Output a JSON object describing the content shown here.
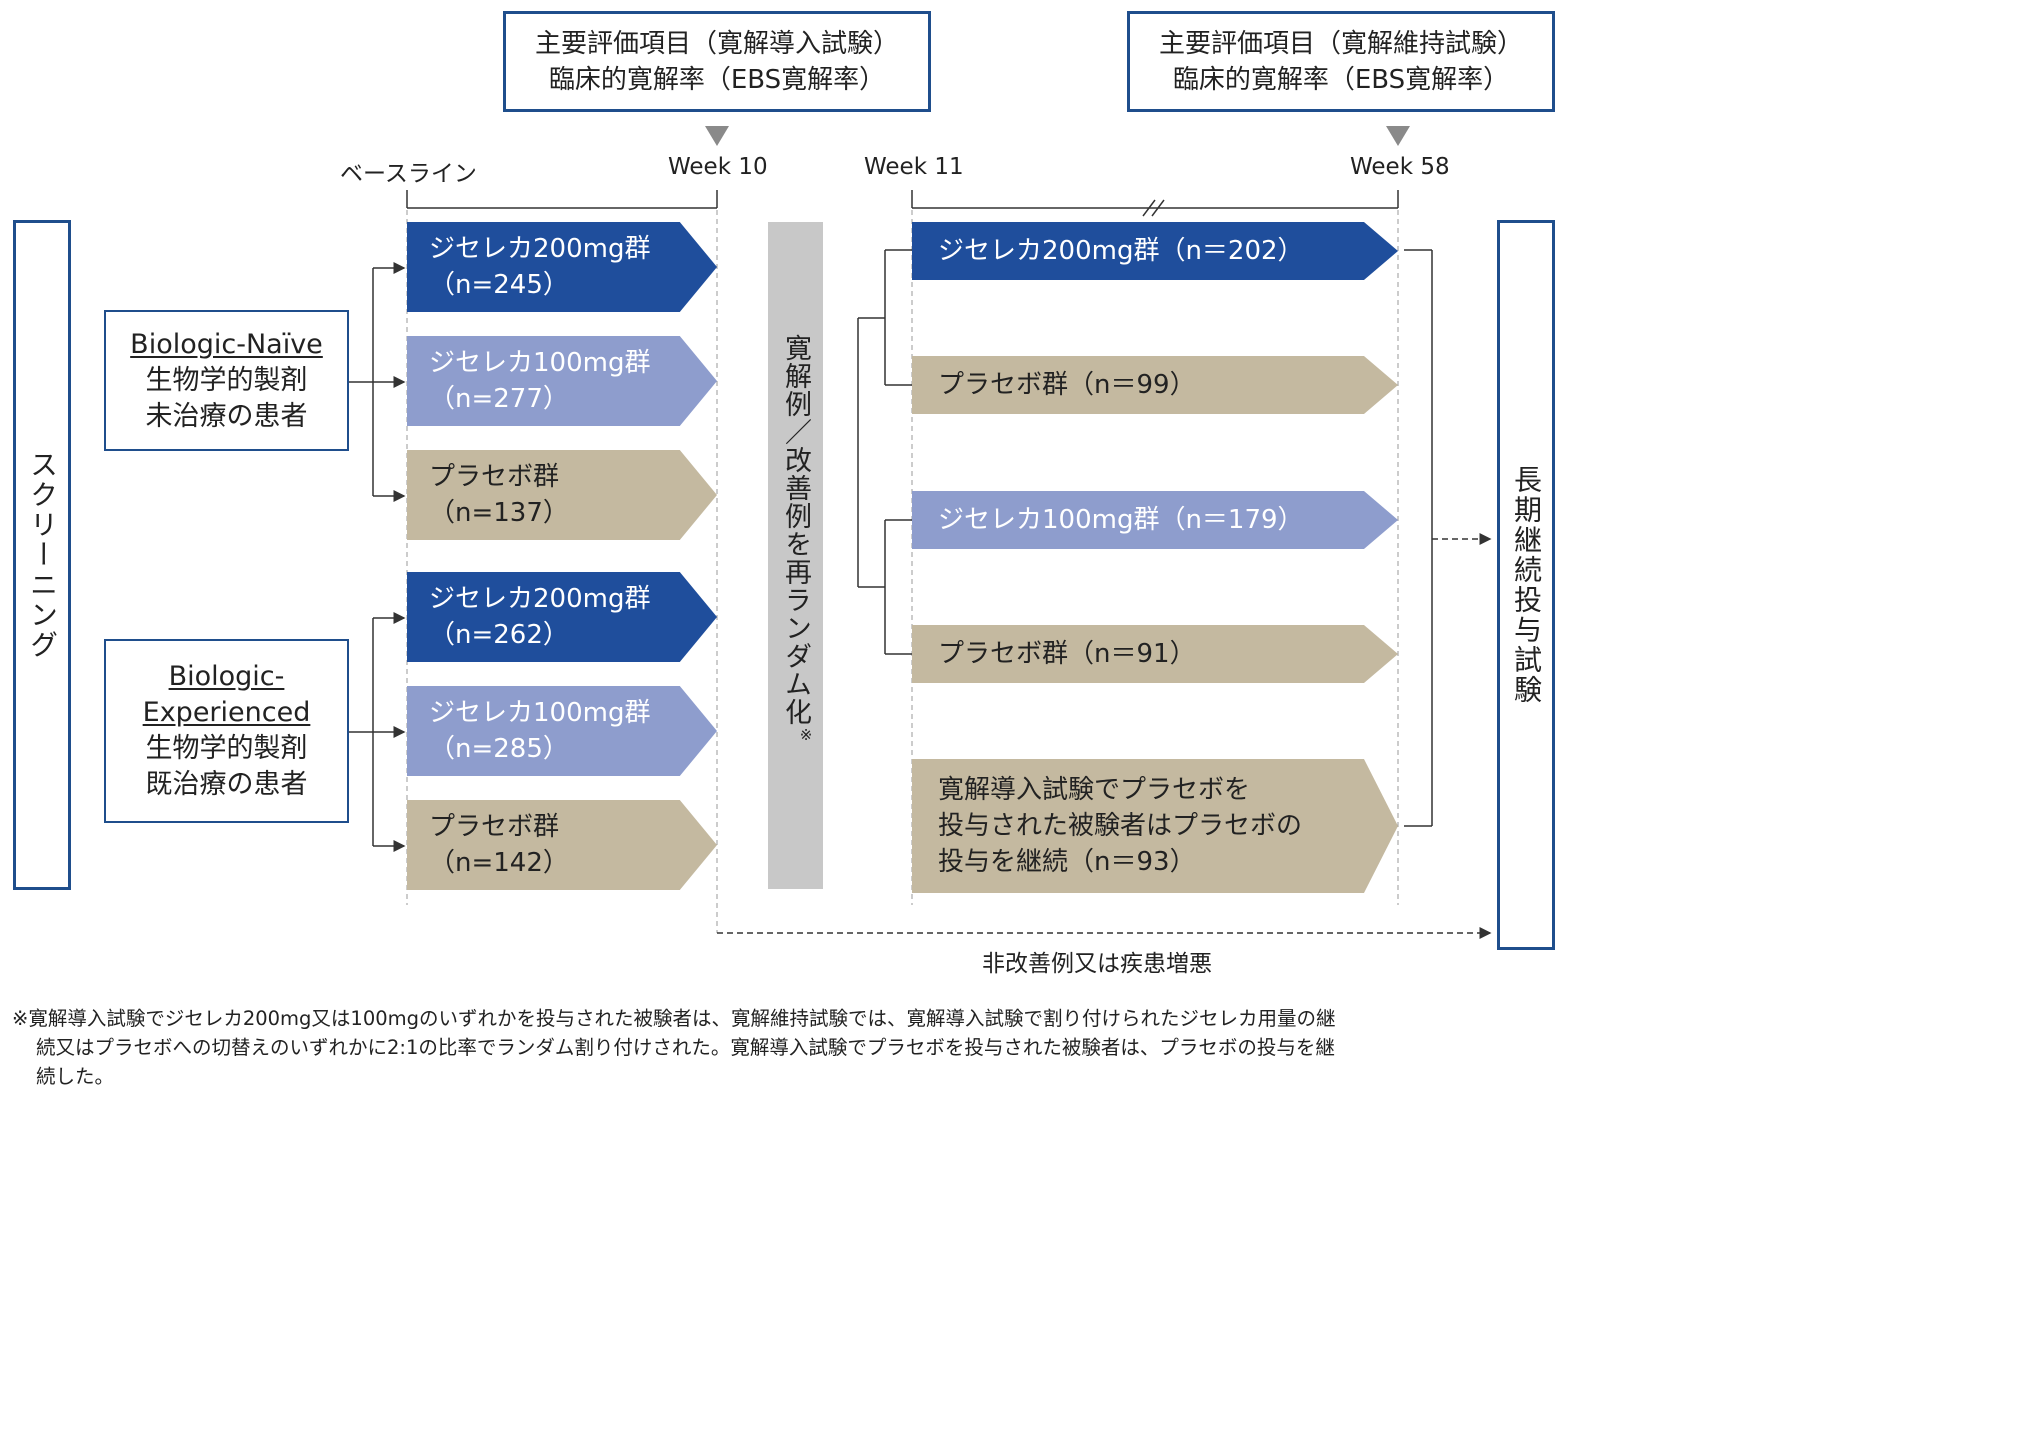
{
  "endpoints": {
    "induction": {
      "line1": "主要評価項目（寛解導入試験）",
      "line2": "臨床的寛解率（EBS寛解率）"
    },
    "maintenance": {
      "line1": "主要評価項目（寛解維持試験）",
      "line2": "臨床的寛解率（EBS寛解率）"
    }
  },
  "timeline": {
    "baseline": "ベースライン",
    "week10": "Week 10",
    "week11": "Week 11",
    "week58": "Week 58"
  },
  "screening": "スクリーニング",
  "long_term": "長期継続投与試験",
  "rerandom": "寛解例／改善例を再ランダム化",
  "rerandom_mark": "※",
  "groups": {
    "naive": {
      "title": "Biologic-Naïve",
      "line1": "生物学的製剤",
      "line2": "未治療の患者"
    },
    "experienced": {
      "title1": "Biologic-",
      "title2": "Experienced",
      "line1": "生物学的製剤",
      "line2": "既治療の患者"
    }
  },
  "induction_arms": [
    {
      "name": "ジセレカ200mg群",
      "n": "（n=245）"
    },
    {
      "name": "ジセレカ100mg群",
      "n": "（n=277）"
    },
    {
      "name": "プラセボ群",
      "n": "（n=137）"
    },
    {
      "name": "ジセレカ200mg群",
      "n": "（n=262）"
    },
    {
      "name": "ジセレカ100mg群",
      "n": "（n=285）"
    },
    {
      "name": "プラセボ群",
      "n": "（n=142）"
    }
  ],
  "maintenance_arms": [
    {
      "label": "ジセレカ200mg群（n＝202）"
    },
    {
      "label": "プラセボ群（n＝99）"
    },
    {
      "label": "ジセレカ100mg群（n＝179）"
    },
    {
      "label": "プラセボ群（n＝91）"
    }
  ],
  "placebo_continue": {
    "line1": "寛解導入試験でプラセボを",
    "line2": "投与された被験者はプラセボの",
    "line3": "投与を継続（n＝93）"
  },
  "nonresponder": "非改善例又は疾患増悪",
  "footnote": {
    "line1": "※寛解導入試験でジセレカ200mg又は100mgのいずれかを投与された被験者は、寛解維持試験では、寛解導入試験で割り付けられたジセレカ用量の継",
    "line2": "続又はプラセボへの切替えのいずれかに2:1の比率でランダム割り付けされた。寛解導入試験でプラセボを投与された被験者は、プラセボの投与を継",
    "line3": "続した。"
  },
  "colors": {
    "dark_blue": "#1f4e9c",
    "light_blue": "#8e9dcd",
    "tan": "#c4b9a0",
    "border": "#1f4e8c"
  }
}
